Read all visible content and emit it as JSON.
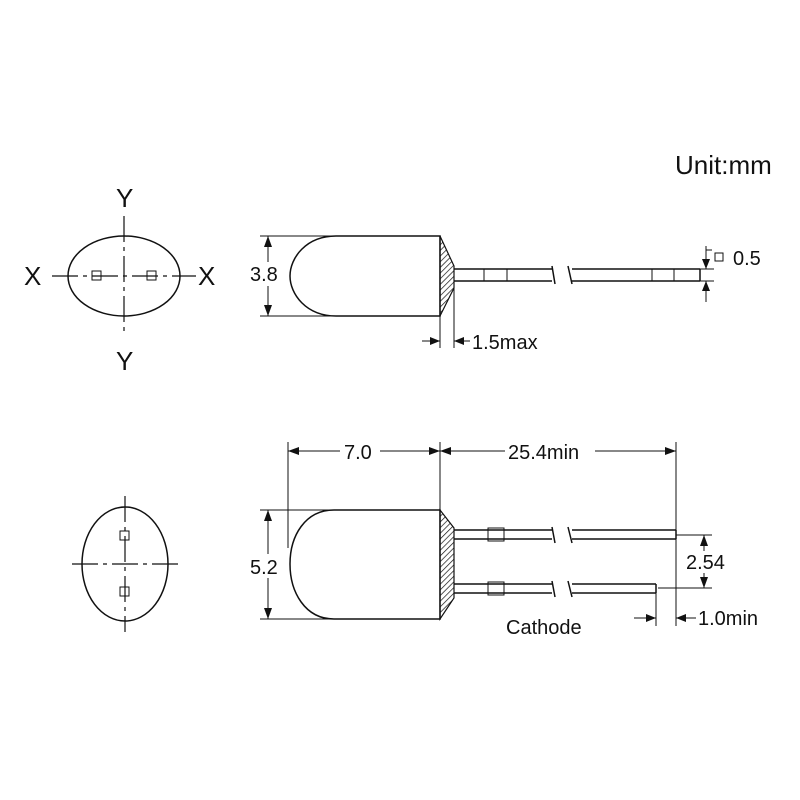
{
  "unit_label": "Unit:mm",
  "top_view": {
    "axis_y_top": "Y",
    "axis_y_bottom": "Y",
    "axis_x_left": "X",
    "axis_x_right": "X",
    "diameter_label": "3.8",
    "flange_label": "1.5max",
    "lead_square_label": "0.5"
  },
  "bottom_view": {
    "length_label": "7.0",
    "lead_length_label": "25.4min",
    "diameter_label": "5.2",
    "pitch_label": "2.54",
    "cathode_label": "Cathode",
    "lead_diff_label": "1.0min"
  }
}
